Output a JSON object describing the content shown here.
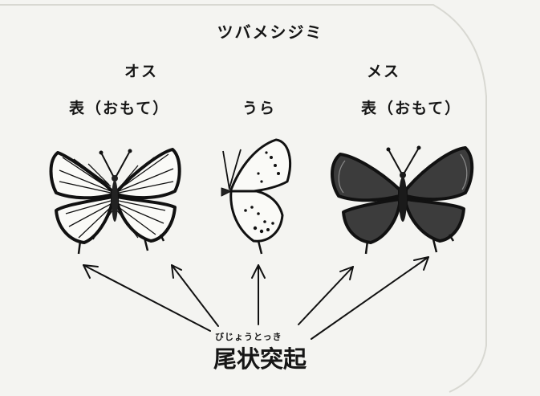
{
  "title": "ツバメシジミ",
  "labels": {
    "male": "オス",
    "female": "メス",
    "male_side": "表（おもて）",
    "under_side": "うら",
    "female_side": "表（おもて）"
  },
  "caption": {
    "ruby": "びじょうとっき",
    "text": "尾状突起"
  }
}
